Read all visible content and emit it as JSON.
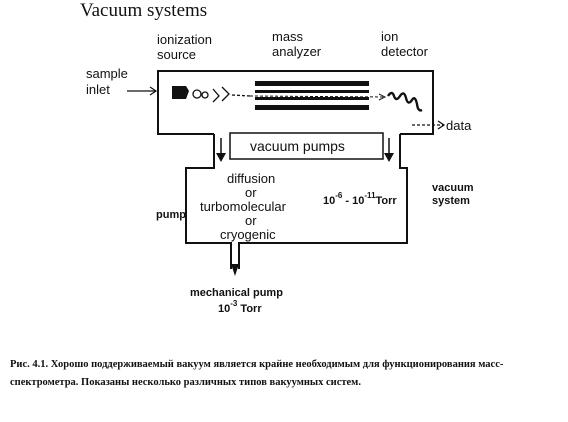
{
  "diagram": {
    "title": "Vacuum systems",
    "labels": {
      "ionization_source_1": "ionization",
      "ionization_source_2": "source",
      "mass_analyzer_1": "mass",
      "mass_analyzer_2": "analyzer",
      "ion_detector_1": "ion",
      "ion_detector_2": "detector",
      "sample_inlet_1": "sample",
      "sample_inlet_2": "inlet",
      "data": "data",
      "vacuum_pumps": "vacuum pumps",
      "pump": "pump",
      "pump_types": [
        "diffusion",
        "or",
        "turbomolecular",
        "or",
        "cryogenic"
      ],
      "high_vacuum_base": "10",
      "high_vacuum_exp1": "-6",
      "high_vacuum_mid": " - 10",
      "high_vacuum_exp2": "-11",
      "high_vacuum_unit": "Torr",
      "vacuum_system_1": "vacuum",
      "vacuum_system_2": "system",
      "mechanical_pump": "mechanical pump",
      "low_vacuum_base": "10",
      "low_vacuum_exp": "-3",
      "low_vacuum_unit": " Torr"
    }
  },
  "caption": {
    "label": "Рис. 4.1.",
    "text": " Хорошо поддерживаемый вакуум является крайне необходимым для функционирования масс-спектрометра. Показаны несколько различных типов вакуумных систем."
  }
}
